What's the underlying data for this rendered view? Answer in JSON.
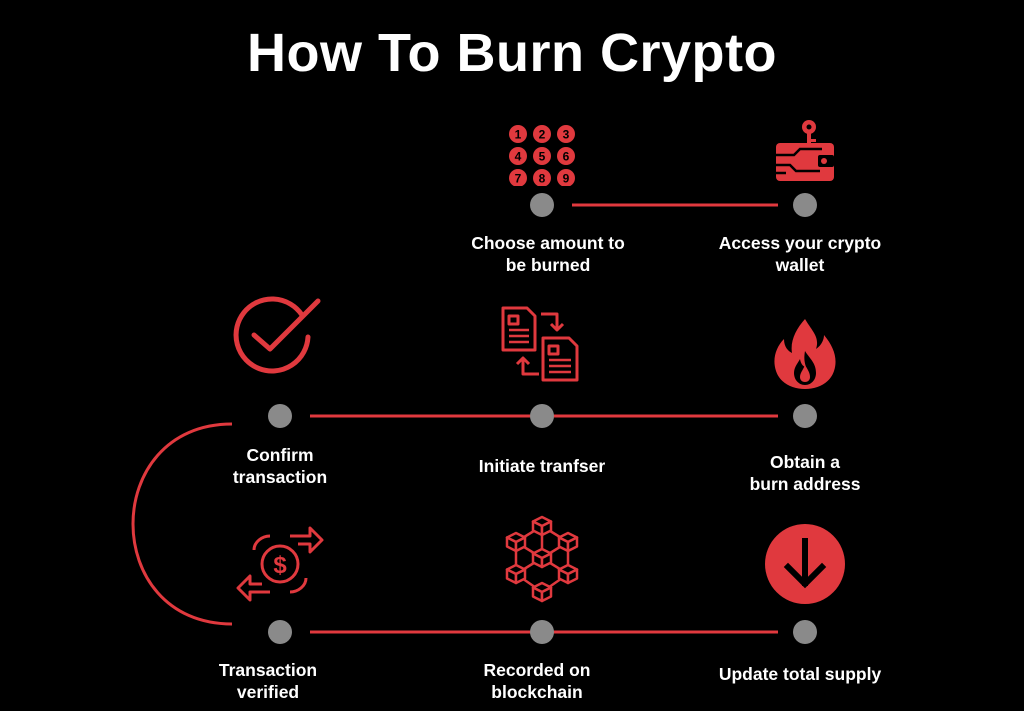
{
  "title": "How To Burn Crypto",
  "accent_color": "#e0393e",
  "node_color": "#8a8a8a",
  "steps": [
    {
      "label": "Access your crypto\nwallet",
      "icon": "wallet-key-icon"
    },
    {
      "label": "Choose amount to\nbe burned",
      "icon": "number-keypad-icon"
    },
    {
      "label": "Obtain a\nburn address",
      "icon": "flame-icon"
    },
    {
      "label": "Initiate tranfser",
      "icon": "document-transfer-icon"
    },
    {
      "label": "Confirm\ntransaction",
      "icon": "checkmark-circle-icon"
    },
    {
      "label": "Transaction\nverified",
      "icon": "dollar-exchange-icon"
    },
    {
      "label": "Recorded on\nblockchain",
      "icon": "blockchain-cubes-icon"
    },
    {
      "label": "Update total supply",
      "icon": "down-arrow-circle-icon"
    }
  ],
  "keypad": [
    "1",
    "2",
    "3",
    "4",
    "5",
    "6",
    "7",
    "8",
    "9"
  ]
}
